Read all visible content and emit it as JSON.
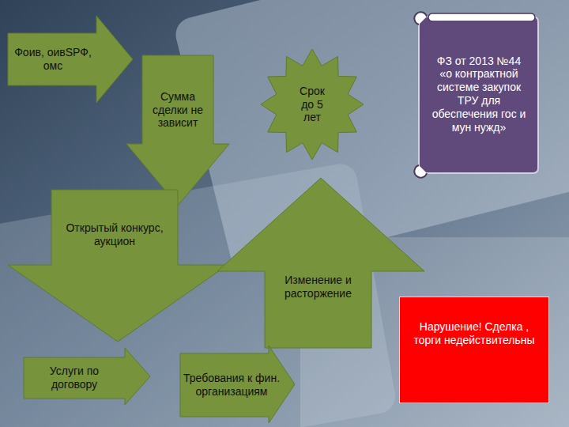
{
  "diagram": {
    "nodes": [
      {
        "text": [
          "Фоив, оивSРФ, омс"
        ]
      },
      {
        "text": [
          "Сумма сделки не зависит"
        ]
      },
      {
        "text": [
          "Срок до 5 лет"
        ]
      },
      {
        "text": [
          "ФЗ от 2013 №44 «о контрактной системе закупок ТРУ для обеспечения гос и мун нужд»"
        ]
      },
      {
        "text": [
          "Открытый конкурс, аукцион"
        ]
      },
      {
        "text": [
          "Изменение и расторжение"
        ]
      },
      {
        "text": [
          "Нарушение! Сделка , торги недействительны"
        ]
      },
      {
        "text": [
          "Услуги по договору"
        ]
      },
      {
        "text": [
          "Требования к фин. организациям"
        ]
      }
    ]
  }
}
